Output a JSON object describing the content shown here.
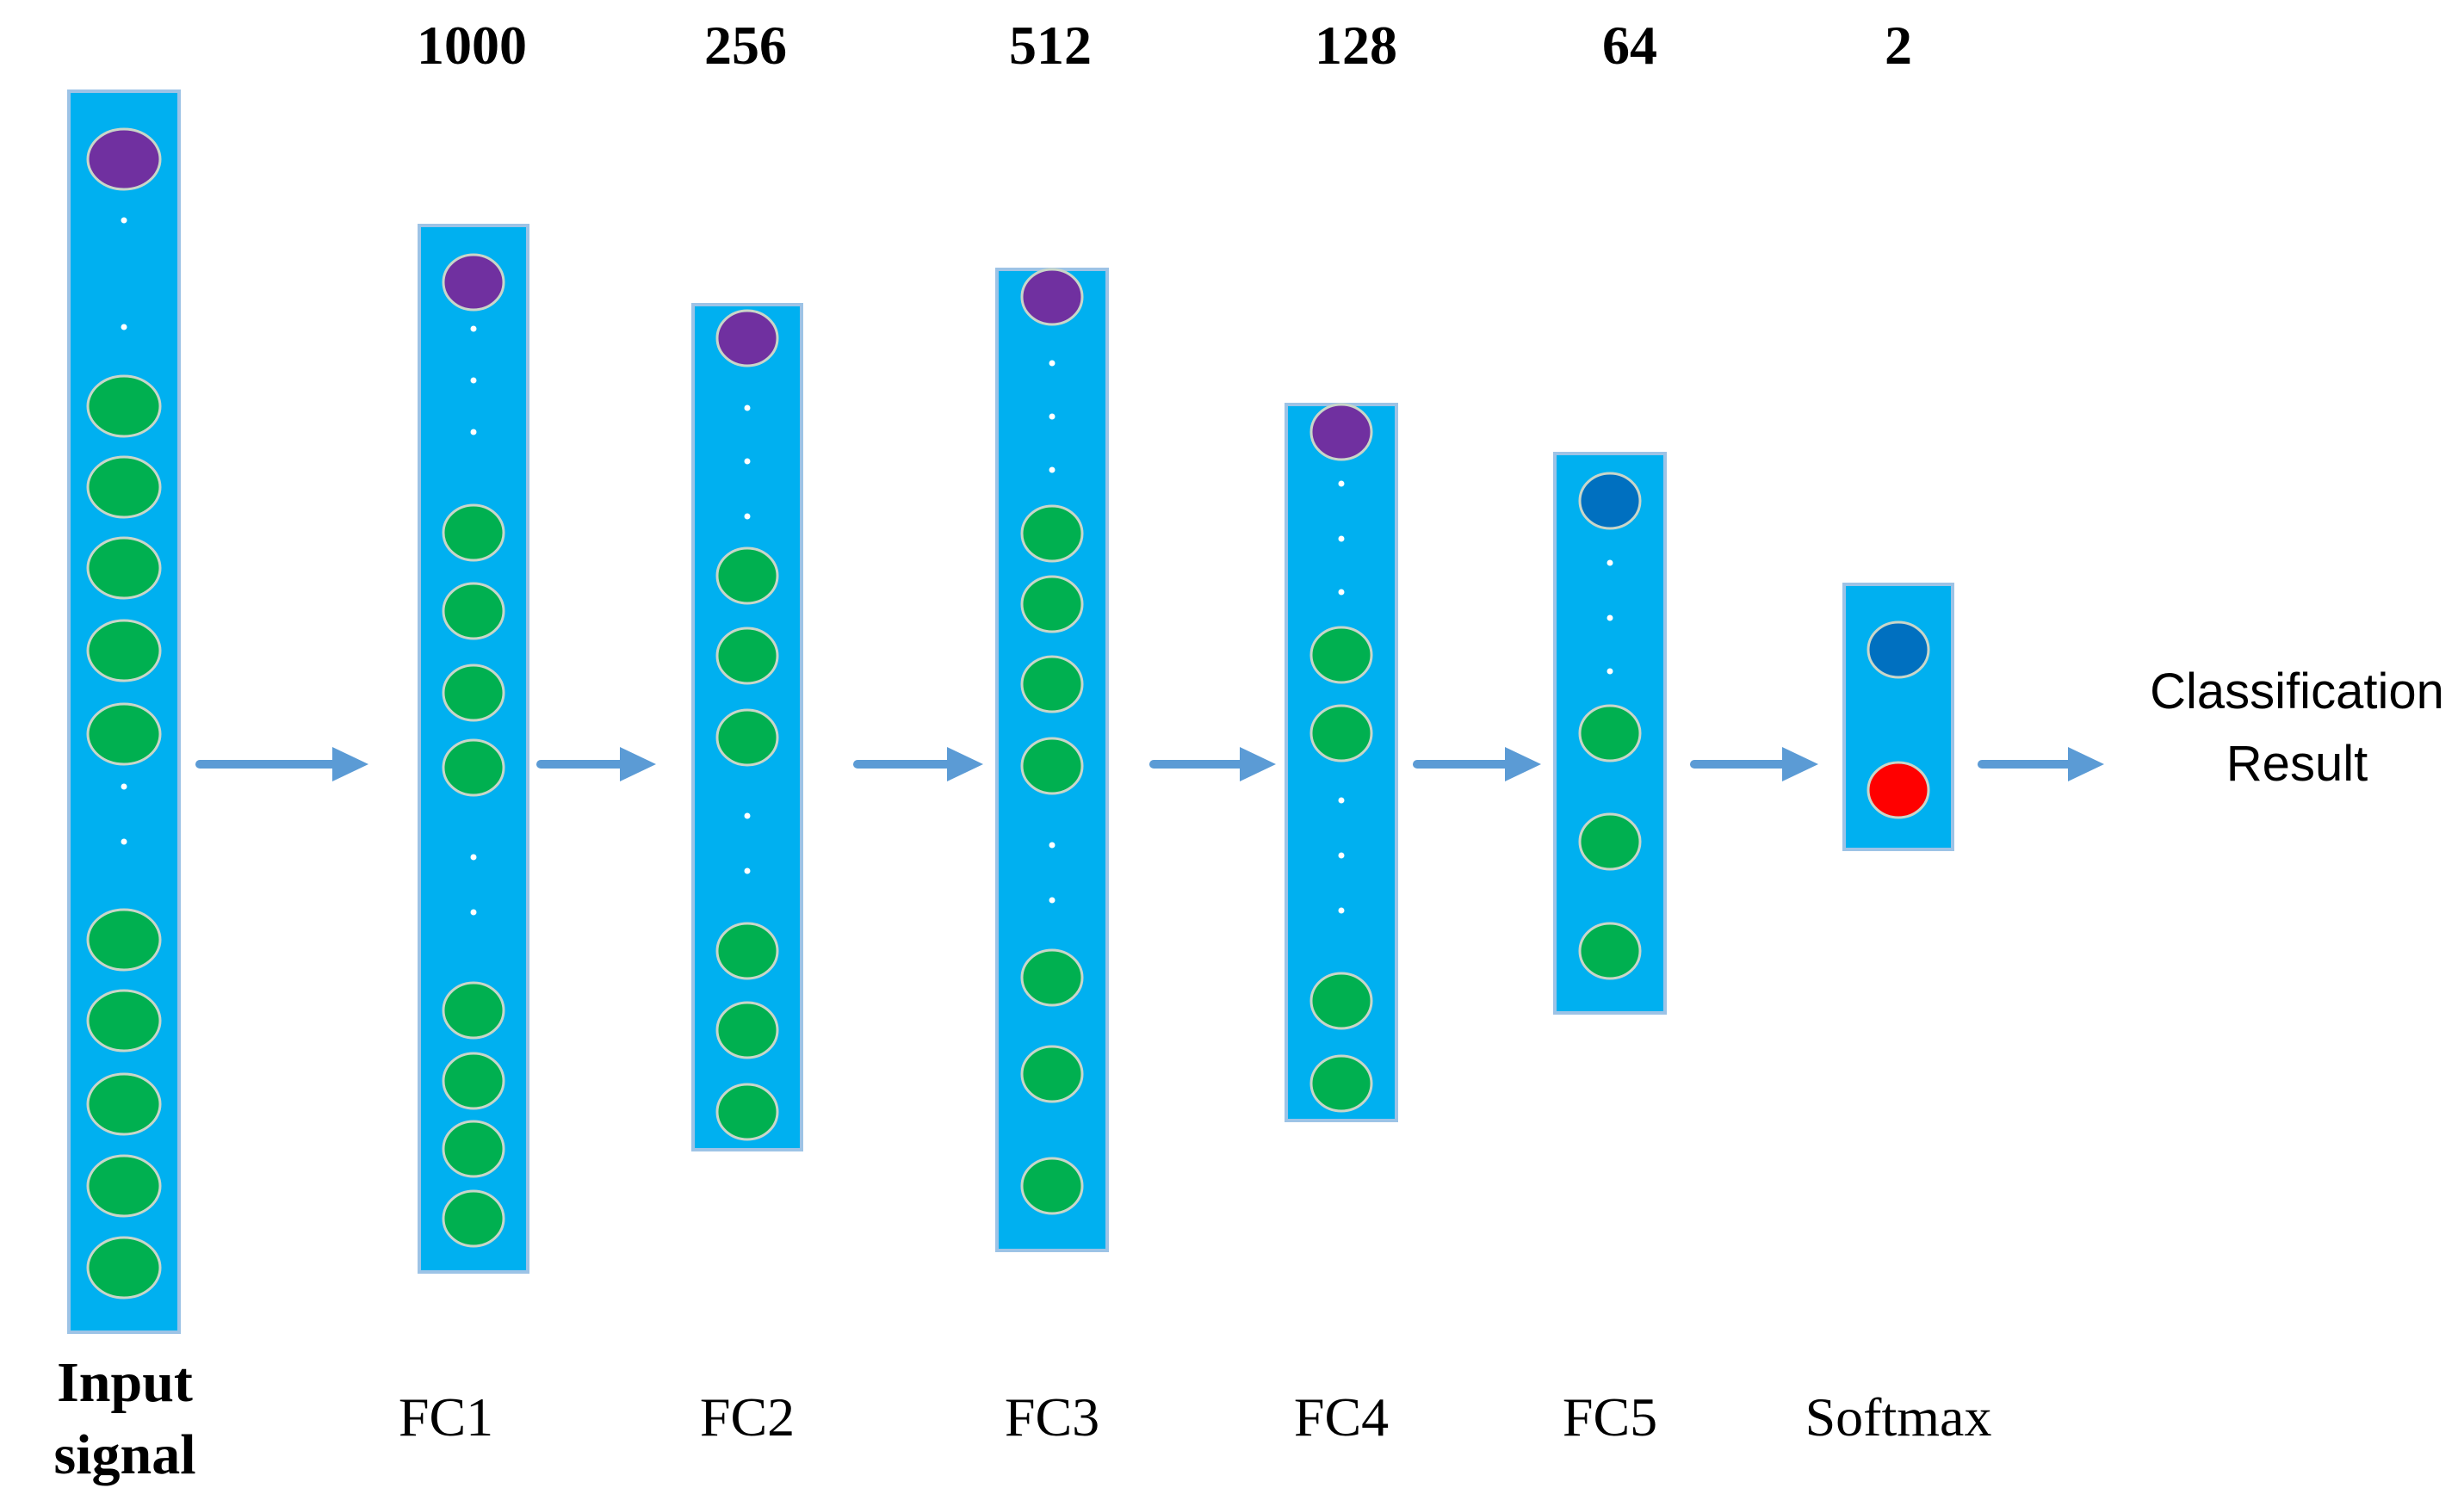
{
  "counts": [
    "1000",
    "256",
    "512",
    "128",
    "64",
    "2"
  ],
  "layer_names": [
    "FC1",
    "FC2",
    "FC3",
    "FC4",
    "FC5",
    "Softmax"
  ],
  "input_label": {
    "line1": "Input",
    "line2": "signal"
  },
  "result_label": {
    "line1": "Classification",
    "line2": "Result"
  },
  "colors": {
    "layer_fill": "#00b0f0",
    "layer_stroke": "#9dc3e6",
    "neuron_green": "#00b050",
    "neuron_purple": "#7030a0",
    "neuron_blue": "#0070c0",
    "neuron_red": "#ff0000",
    "neuron_stroke": "#c9d6c9",
    "arrow": "#5b9bd5",
    "dot": "#ffffff"
  }
}
